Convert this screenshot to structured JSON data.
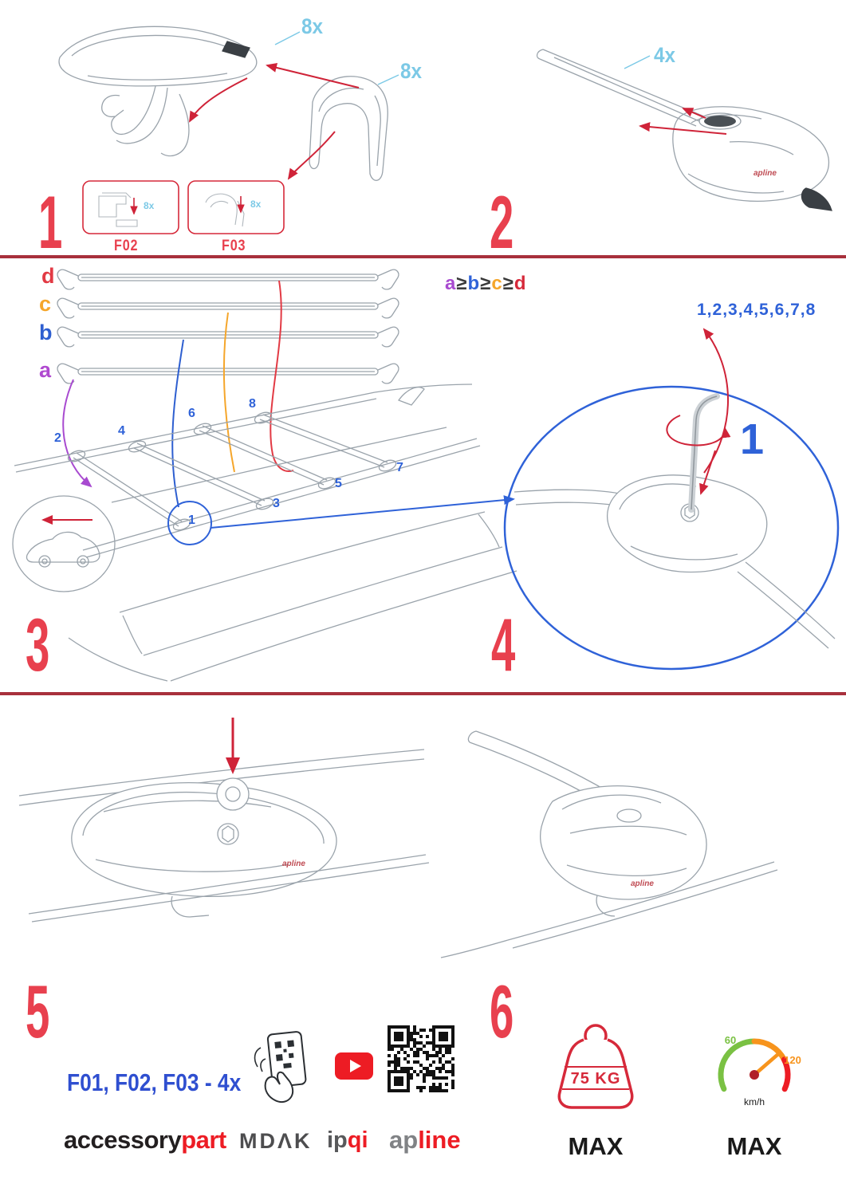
{
  "colors": {
    "step_number_red": "#e8404e",
    "arrow_red": "#cf2338",
    "divider_red": "#a8303c",
    "cyan": "#7cc9e6",
    "blue": "#2f62d8",
    "orange": "#f5a62b",
    "purple": "#a84ad0",
    "gauge_green": "#7ac143",
    "gauge_orange": "#f7941d",
    "gauge_red": "#ed1c24",
    "youtube_red": "#ed1c24",
    "brand_gray": "#58595b",
    "brand_black": "#231f20"
  },
  "step1": {
    "number": "1",
    "qty_pad": "8x",
    "qty_cover": "8x",
    "insets": [
      {
        "label": "F02",
        "qty": "8x"
      },
      {
        "label": "F03",
        "qty": "8x"
      }
    ]
  },
  "step2": {
    "number": "2",
    "qty": "4x"
  },
  "step3": {
    "number": "3",
    "bar_labels": [
      "d",
      "c",
      "b",
      "a"
    ],
    "formula": [
      "a",
      "≥",
      "b",
      "≥",
      "c",
      "≥",
      "d"
    ],
    "positions": [
      "1",
      "2",
      "3",
      "4",
      "5",
      "6",
      "7",
      "8"
    ]
  },
  "step4": {
    "number": "4",
    "sequence": "1,2,3,4,5,6,7,8",
    "callout": "1"
  },
  "step5": {
    "number": "5",
    "fittings": "F01, F02, F03 - 4x"
  },
  "step6": {
    "number": "6",
    "max_weight": "75 KG",
    "weight_max_label": "MAX",
    "speed_min": "60",
    "speed_max": "120",
    "speed_unit": "km/h",
    "speed_max_label": "MAX"
  },
  "brands": {
    "accessory": "accessory",
    "part": "part",
    "mdak": "MDΛK",
    "ip": "ip",
    "qi": "qi",
    "ap": "ap",
    "line": "line",
    "clamp_logo": "apline"
  }
}
